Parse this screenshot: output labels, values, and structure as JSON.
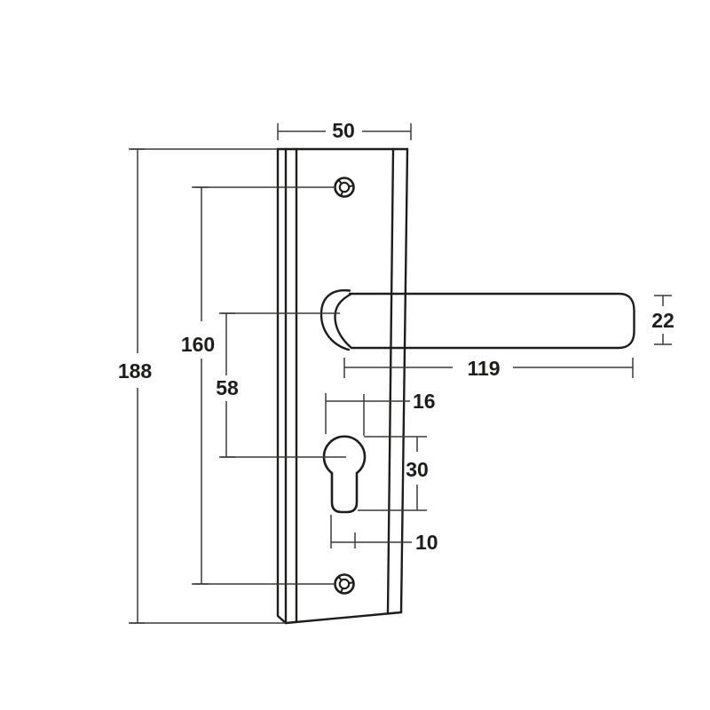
{
  "drawing": {
    "background": "#ffffff",
    "line_color": "#1d1d1b",
    "subject": "door-handle-on-backplate",
    "dims": {
      "plate_width": "50",
      "plate_height": "188",
      "screw_centres": "160",
      "lever_to_cylinder": "58",
      "lever_length": "119",
      "lever_thickness": "22",
      "cylinder_width": "16",
      "cylinder_height": "30",
      "cylinder_neck_width": "10"
    }
  }
}
